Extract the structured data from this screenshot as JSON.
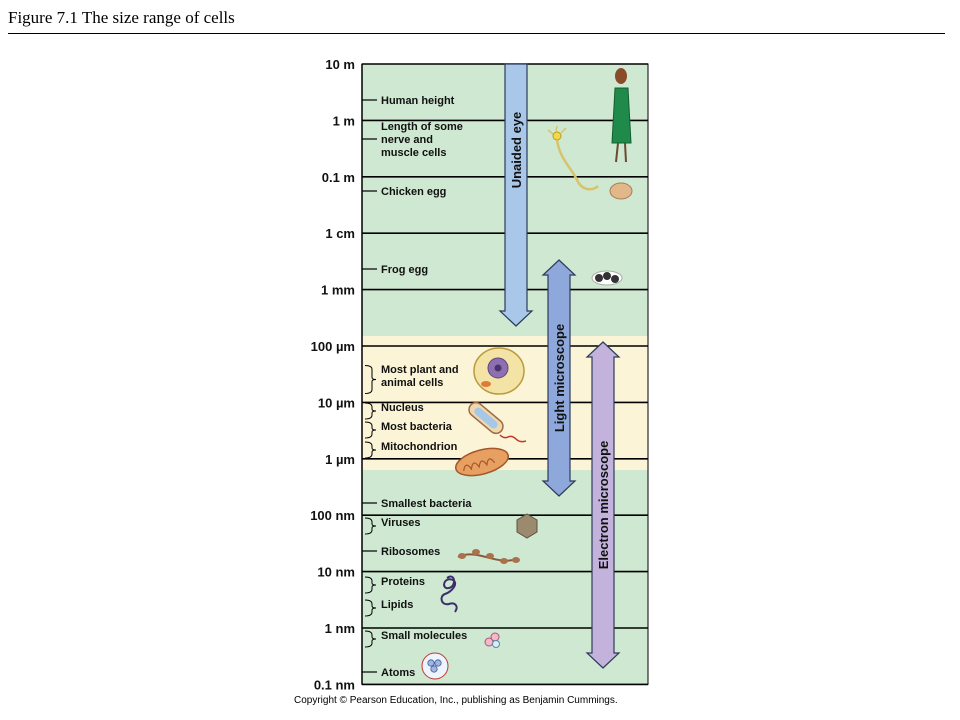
{
  "figure": {
    "title": "Figure 7.1  The size range of cells",
    "copyright": "Copyright © Pearson Education, Inc., publishing as Benjamin Cummings."
  },
  "colors": {
    "green_band": "#cfe8d2",
    "yellow_band": "#fbf4d6",
    "unaided_arrow": "#a9c7e8",
    "light_arrow": "#8fa8dc",
    "electron_arrow": "#c3b3dc"
  },
  "scale": [
    {
      "label": "10 m",
      "micro": false
    },
    {
      "label": "1 m",
      "micro": false
    },
    {
      "label": "0.1 m",
      "micro": false
    },
    {
      "label": "1 cm",
      "micro": false
    },
    {
      "label": "1 mm",
      "micro": false
    },
    {
      "label": "100 ",
      "unit": "µm",
      "micro": true
    },
    {
      "label": "10 ",
      "unit": "µm",
      "micro": true
    },
    {
      "label": "1 ",
      "unit": "µm",
      "micro": true
    },
    {
      "label": "100 nm",
      "micro": false
    },
    {
      "label": "10 nm",
      "micro": false
    },
    {
      "label": "1 nm",
      "micro": false
    },
    {
      "label": "0.1 nm",
      "micro": false
    }
  ],
  "items": [
    {
      "lines": [
        "Human height"
      ],
      "icon": "human-icon",
      "bracket": false
    },
    {
      "lines": [
        "Length of some",
        "nerve and",
        "muscle cells"
      ],
      "icon": "nerve-cell-icon",
      "bracket": false
    },
    {
      "lines": [
        "Chicken egg"
      ],
      "icon": "chicken-egg-icon",
      "bracket": false
    },
    {
      "lines": [
        "Frog egg"
      ],
      "icon": "frog-egg-icon",
      "bracket": false
    },
    {
      "lines": [
        "Most plant and",
        "animal cells"
      ],
      "icon": "animal-cell-icon",
      "bracket": true
    },
    {
      "lines": [
        "Nucleus"
      ],
      "icon": "",
      "bracket": true
    },
    {
      "lines": [
        "Most bacteria"
      ],
      "icon": "bacterium-icon",
      "bracket": true
    },
    {
      "lines": [
        "Mitochondrion"
      ],
      "icon": "mitochondrion-icon",
      "bracket": true
    },
    {
      "lines": [
        "Smallest bacteria"
      ],
      "icon": "",
      "bracket": false
    },
    {
      "lines": [
        "Viruses"
      ],
      "icon": "virus-icon",
      "bracket": true
    },
    {
      "lines": [
        "Ribosomes"
      ],
      "icon": "ribosome-icon",
      "bracket": false
    },
    {
      "lines": [
        "Proteins"
      ],
      "icon": "protein-icon",
      "bracket": true
    },
    {
      "lines": [
        "Lipids"
      ],
      "icon": "",
      "bracket": true
    },
    {
      "lines": [
        "Small molecules"
      ],
      "icon": "small-molecule-icon",
      "bracket": true
    },
    {
      "lines": [
        "Atoms"
      ],
      "icon": "atom-icon",
      "bracket": false
    }
  ],
  "ranges": [
    {
      "label": "Unaided eye",
      "from": "10 m",
      "to": "1 mm"
    },
    {
      "label": "Light microscope",
      "from": "1 mm",
      "to": "100 nm"
    },
    {
      "label": "Electron microscope",
      "from": "100 µm",
      "to": "0.1 nm"
    }
  ]
}
